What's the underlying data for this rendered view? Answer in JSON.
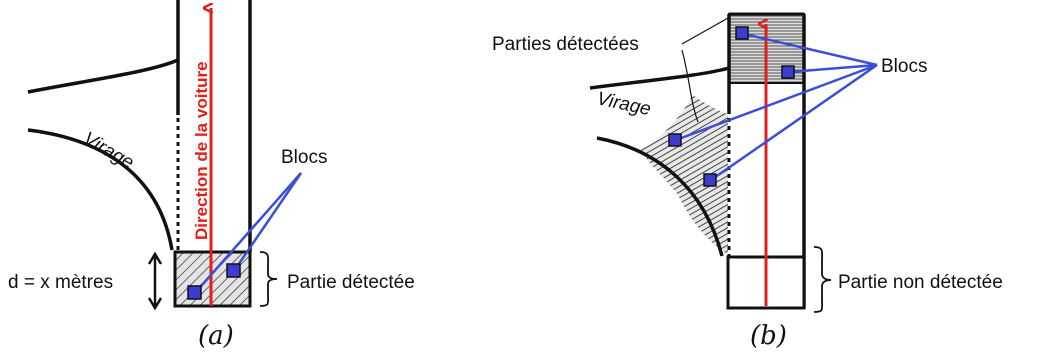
{
  "panel_a": {
    "curve_label": "Virage",
    "direction_label": "Direction de la voiture",
    "blocks_label": "Blocs",
    "distance_label": "d = x mètres",
    "detected_label": "Partie détectée",
    "caption": "(a)"
  },
  "panel_b": {
    "detected_parts_label": "Parties détectées",
    "blocks_label": "Blocs",
    "curve_label": "Virage",
    "undetected_label": "Partie non détectée",
    "caption": "(b)"
  },
  "colors": {
    "direction_arrow": "#e0201b",
    "block_fill": "#3c3cd2",
    "block_lines": "#3a4ed6",
    "road": "#111111"
  }
}
